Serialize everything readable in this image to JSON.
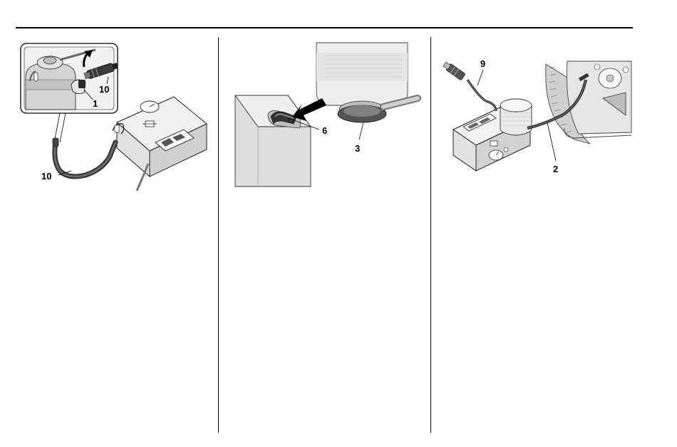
{
  "figures": [
    {
      "id": "compressor-hose-connection",
      "callouts": [
        "1",
        "10",
        "10"
      ]
    },
    {
      "id": "sealant-canister-seating",
      "callouts": [
        "6",
        "3"
      ]
    },
    {
      "id": "kit-connected-to-tire",
      "callouts": [
        "9",
        "2"
      ]
    }
  ]
}
